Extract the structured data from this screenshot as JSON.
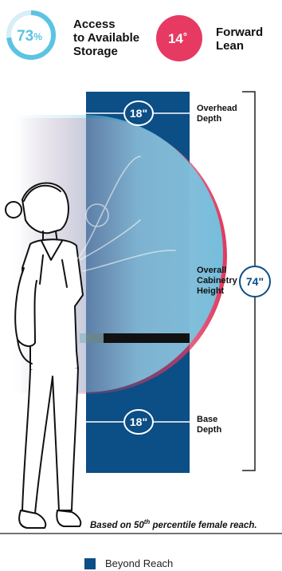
{
  "stats": {
    "storage": {
      "value_text": "73",
      "unit": "%",
      "fraction": 0.73,
      "label_lines": [
        "Access",
        "to Available",
        "Storage"
      ]
    },
    "lean": {
      "value_text": "14",
      "unit": "°",
      "label_lines": [
        "Forward",
        "Lean"
      ]
    }
  },
  "dimensions": {
    "overhead_depth": {
      "value": "18\"",
      "label_lines": [
        "Overhead",
        "Depth"
      ]
    },
    "overall_height": {
      "value": "74\"",
      "label_lines": [
        "Overall",
        "Cabinetry",
        "Height"
      ]
    },
    "base_depth": {
      "value": "18\"",
      "label_lines": [
        "Base",
        "Depth"
      ]
    }
  },
  "caption": {
    "prefix": "Based on 50",
    "superscript": "th",
    "suffix": " percentile female reach."
  },
  "legend": {
    "items": [
      {
        "label": "Beyond Reach",
        "color": "#0c4e86"
      }
    ]
  },
  "colors": {
    "cabinet": "#0c4e86",
    "reach_blue": "#7fcfe8",
    "reach_red": "#e0385e",
    "accent_ring": "#5bc3e3",
    "counter": "#111111"
  }
}
